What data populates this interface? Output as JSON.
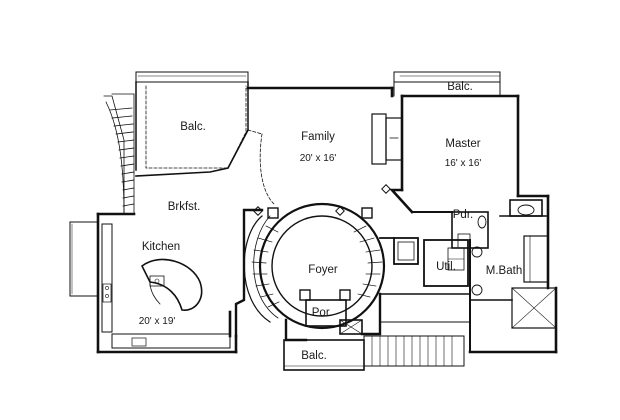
{
  "plan": {
    "rooms": [
      {
        "key": "balc_top_left",
        "name": "Balc.",
        "dims": ""
      },
      {
        "key": "family",
        "name": "Family",
        "dims": "20' x 16'"
      },
      {
        "key": "balc_top_right",
        "name": "Balc.",
        "dims": ""
      },
      {
        "key": "master",
        "name": "Master",
        "dims": "16' x 16'"
      },
      {
        "key": "brkfst",
        "name": "Brkfst.",
        "dims": ""
      },
      {
        "key": "pdr",
        "name": "Pdr.",
        "dims": ""
      },
      {
        "key": "kitchen",
        "name": "Kitchen",
        "dims": "20' x 19'"
      },
      {
        "key": "foyer",
        "name": "Foyer",
        "dims": ""
      },
      {
        "key": "util",
        "name": "Util.",
        "dims": ""
      },
      {
        "key": "mbath",
        "name": "M.Bath",
        "dims": ""
      },
      {
        "key": "por",
        "name": "Por.",
        "dims": ""
      },
      {
        "key": "balc_bottom",
        "name": "Balc.",
        "dims": ""
      }
    ]
  }
}
